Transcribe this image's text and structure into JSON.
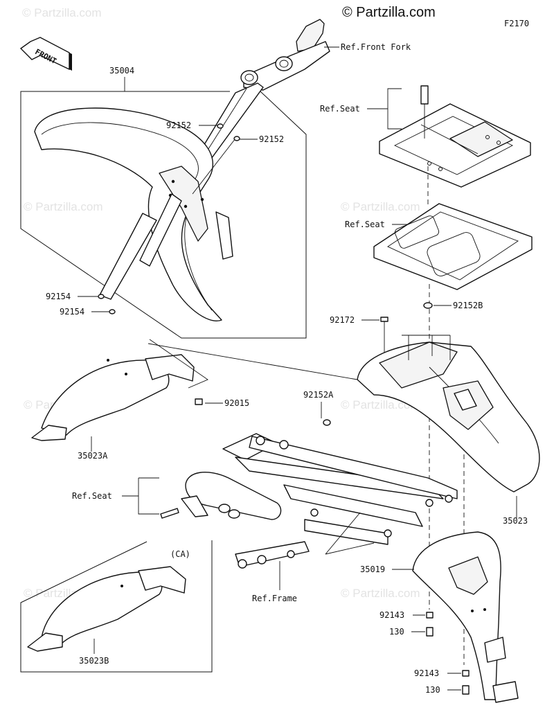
{
  "brand": {
    "copyright": "© Partzilla.com",
    "watermark": "© Partzilla.com"
  },
  "figure_id": "F2170",
  "front_label": "FRONT",
  "variant_note": "(CA)",
  "refs": {
    "front_fork": "Ref.Front Fork",
    "seat_top": "Ref.Seat",
    "seat_mid": "Ref.Seat",
    "seat_left": "Ref.Seat",
    "frame": "Ref.Frame"
  },
  "parts": {
    "p35004": "35004",
    "p92152_a": "92152",
    "p92152_b": "92152",
    "p92154_a": "92154",
    "p92154_b": "92154",
    "p92172": "92172",
    "p92152B": "92152B",
    "p92152A": "92152A",
    "p92015": "92015",
    "p35023A": "35023A",
    "p35023": "35023",
    "p35019": "35019",
    "p92143_a": "92143",
    "p130_a": "130",
    "p92143_b": "92143",
    "p130_b": "130",
    "p35023B": "35023B"
  }
}
